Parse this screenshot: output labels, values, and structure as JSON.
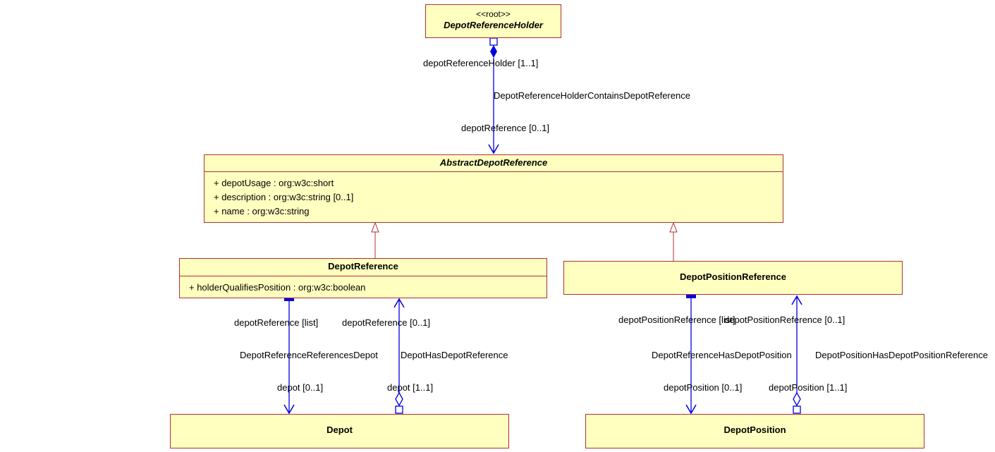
{
  "classes": {
    "holder": {
      "stereotype": "<<root>>",
      "name": "DepotReferenceHolder"
    },
    "abstract": {
      "name": "AbstractDepotReference",
      "attributes": [
        "+ depotUsage : org:w3c:short",
        "+ description : org:w3c:string [0..1]",
        "+ name : org:w3c:string"
      ]
    },
    "depot_reference": {
      "name": "DepotReference",
      "attributes": [
        "+ holderQualifiesPosition : org:w3c:boolean"
      ]
    },
    "depot_position_reference": {
      "name": "DepotPositionReference"
    },
    "depot": {
      "name": "Depot"
    },
    "depot_position": {
      "name": "DepotPosition"
    }
  },
  "associations": {
    "holder_contains": {
      "name": "DepotReferenceHolderContainsDepotReference",
      "source_role": "depotReferenceHolder [1..1]",
      "target_role": "depotReference [0..1]"
    },
    "ref_references_depot": {
      "name": "DepotReferenceReferencesDepot",
      "source_role": "depotReference [list]",
      "target_role": "depot [0..1]"
    },
    "depot_has_ref": {
      "name": "DepotHasDepotReference",
      "source_role": "depotReference [0..1]",
      "target_role": "depot [1..1]"
    },
    "ref_has_position": {
      "name": "DepotReferenceHasDepotPosition",
      "source_role": "depotPositionReference [list]",
      "target_role": "depotPosition [0..1]"
    },
    "position_has_posref": {
      "name": "DepotPositionHasDepotPositionReference",
      "source_role": "depotPositionReference [0..1]",
      "target_role": "depotPosition [1..1]"
    }
  },
  "colors": {
    "class_fill": "#ffffc0",
    "class_border": "#b03030",
    "association_line": "#0000e0",
    "generalization_line": "#b03030"
  }
}
